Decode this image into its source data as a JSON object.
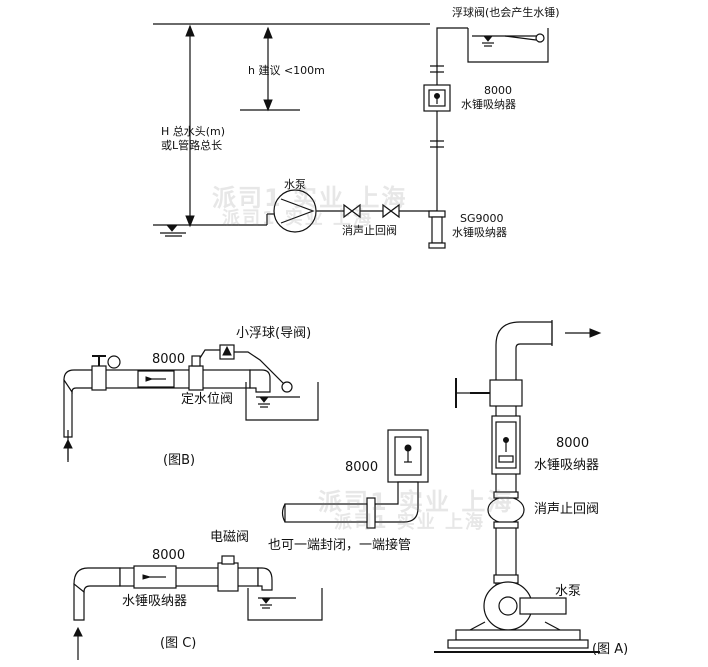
{
  "top_diagram": {
    "float_valve_note": "浮球阀(也会产生水锤)",
    "absorber_top_model": "8000",
    "absorber_top_name": "水锤吸纳器",
    "h_suggest": "h 建议 <100m",
    "H_total_line1": "H 总水头(m)",
    "H_total_line2": "或L管路总长",
    "pump_label": "水泵",
    "check_valve_label": "消声止回阀",
    "absorber_bottom_model": "SG9000",
    "absorber_bottom_name": "水锤吸纳器"
  },
  "figure_b": {
    "model": "8000",
    "small_float": "小浮球(导阀)",
    "level_valve": "定水位阀",
    "caption": "(图B)"
  },
  "middle_detail": {
    "model": "8000",
    "note": "也可一端封闭，一端接管"
  },
  "figure_c": {
    "model": "8000",
    "solenoid": "电磁阀",
    "absorber_name": "水锤吸纳器",
    "caption": "(图 C)"
  },
  "figure_a": {
    "model": "8000",
    "absorber_name": "水锤吸纳器",
    "check_valve": "消声止回阀",
    "pump": "水泵",
    "caption": "(图 A)"
  },
  "watermark": {
    "line1": "派司1 实业 上海",
    "line2": "派司1 实业 上海"
  }
}
